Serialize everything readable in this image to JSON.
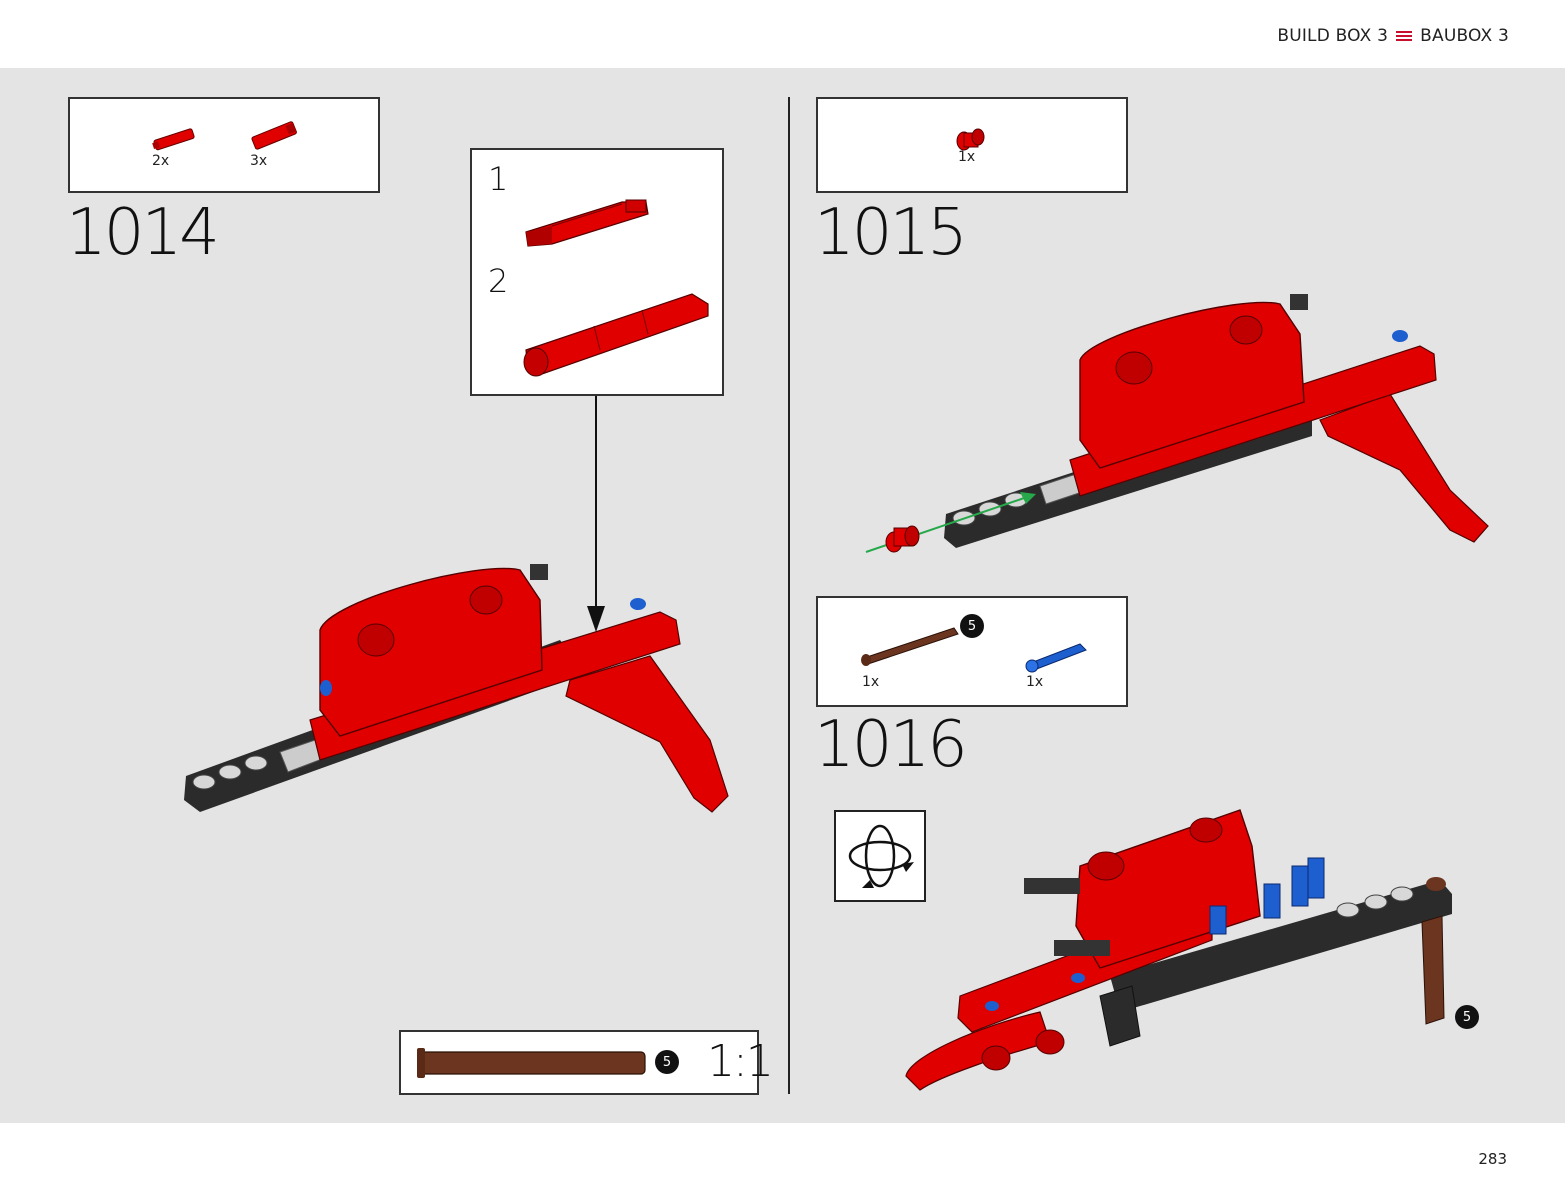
{
  "header": {
    "left": "BUILD BOX 3",
    "right": "BAUBOX 3",
    "icon": "menu-lines-icon",
    "accent": "#c8102e"
  },
  "steps": [
    {
      "number": "1014",
      "parts": [
        {
          "qty": "2x",
          "icon": "red-axle-connector-icon"
        },
        {
          "qty": "3x",
          "icon": "red-axle-connector-icon"
        }
      ],
      "callout": {
        "steps": [
          "1",
          "2"
        ]
      }
    },
    {
      "number": "1015",
      "parts": [
        {
          "qty": "1x",
          "icon": "red-bush-icon"
        }
      ]
    },
    {
      "number": "1016",
      "parts": [
        {
          "qty": "1x",
          "icon": "brown-axle-icon",
          "length": "5"
        },
        {
          "qty": "1x",
          "icon": "blue-pin-icon"
        }
      ],
      "rotate_icon": "rotate-model-icon",
      "axle_badge": "5"
    }
  ],
  "scale_box": {
    "badge": "5",
    "ratio": "1:1"
  },
  "footer": {
    "page": "283"
  },
  "colors": {
    "red": "#e00000",
    "dark": "#2b2b2b",
    "blue": "#1e5fd0",
    "brown": "#6b3520",
    "background": "#e4e4e4"
  }
}
